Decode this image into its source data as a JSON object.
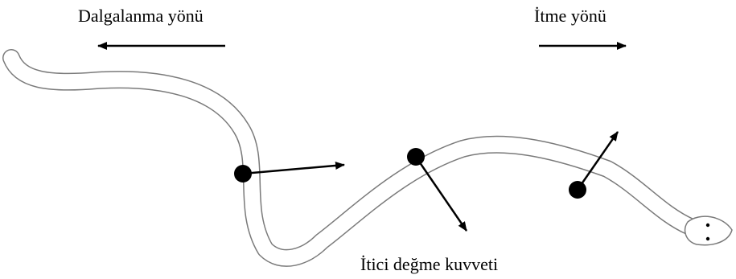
{
  "labels": {
    "undulation_direction": "Dalgalanma yönü",
    "thrust_direction": "İtme yönü",
    "contact_force": "İtici değme kuvveti"
  },
  "colors": {
    "outline": "#7a7a7a",
    "ink": "#000000",
    "background": "#ffffff"
  }
}
